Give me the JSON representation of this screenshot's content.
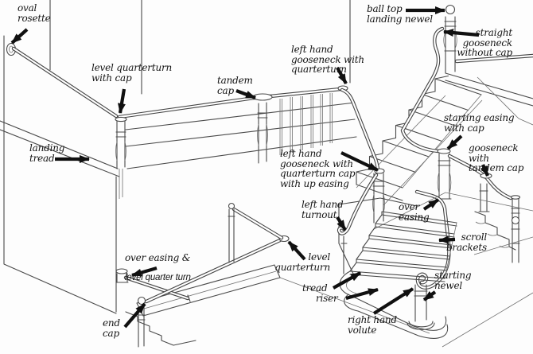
{
  "colors": {
    "background": "#fdfdfd",
    "line": "#4a4a4a",
    "label_text": "#141414",
    "arrow": "#101010"
  },
  "labels": {
    "oval_rosette": "oval\nrosette",
    "level_quarterturn_with_cap": "level quarterturn\nwith cap",
    "tandem_cap": "tandem\ncap",
    "left_hand_gooseneck_with_quarterturn": "left hand\ngooseneck with\nquarterturn",
    "ball_top_landing_newel": "ball top\nlanding newel",
    "straight_gooseneck_without_cap": "straight\ngooseneck\nwithout cap",
    "landing_tread": "landing\ntread",
    "left_hand_gooseneck_with_quarterturn_cap_with_up_easing": "left hand\ngooseneck with\nquarterturn cap\nwith up easing",
    "left_hand_turnout": "left hand\nturnout",
    "starting_easing_with_cap": "starting easing\nwith cap",
    "gooseneck_with_tandem_cap": "gooseneck with\ntandem cap",
    "over_easing": "over\neasing",
    "level_quarterturn": "level\nquarterturn",
    "tread": "tread",
    "riser": "riser",
    "right_hand_volute": "right hand\nvolute",
    "starting_newel": "starting\nnewel",
    "scroll_brackets": "scroll\nbrackets",
    "over_easing_and_level_quarter_turn_line1": "over easing &",
    "over_easing_and_level_quarter_turn_line2": "level quarter turn",
    "end_cap": "end\ncap"
  }
}
